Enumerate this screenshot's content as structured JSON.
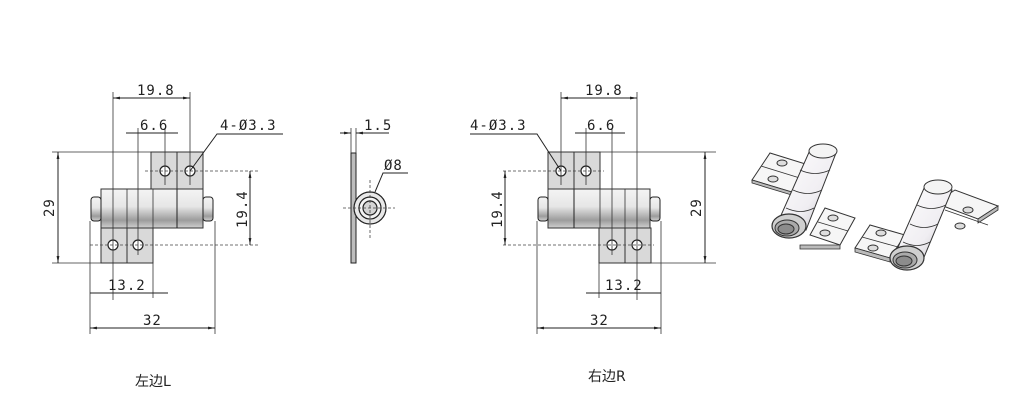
{
  "drawing": {
    "left_view": {
      "caption": "左边L",
      "dims": {
        "hole_spacing_x": "19.8",
        "hole_pitch": "6.6",
        "holes": "4-Ø3.3",
        "overall_height": "29",
        "hole_spacing_y": "19.4",
        "plate_width": "13.2",
        "overall_length": "32"
      }
    },
    "side_view": {
      "dims": {
        "thickness": "1.5",
        "barrel_diameter": "Ø8"
      }
    },
    "right_view": {
      "caption": "右边R",
      "dims": {
        "hole_spacing_x": "19.8",
        "hole_pitch": "6.6",
        "holes": "4-Ø3.3",
        "overall_height": "29",
        "hole_spacing_y": "19.4",
        "plate_width": "13.2",
        "overall_length": "32"
      }
    },
    "iso_views": [
      "left-hinge-3d",
      "right-hinge-3d"
    ],
    "colors": {
      "line": "#222222",
      "plate_fill": "#d9d9d9",
      "background": "#ffffff"
    }
  }
}
